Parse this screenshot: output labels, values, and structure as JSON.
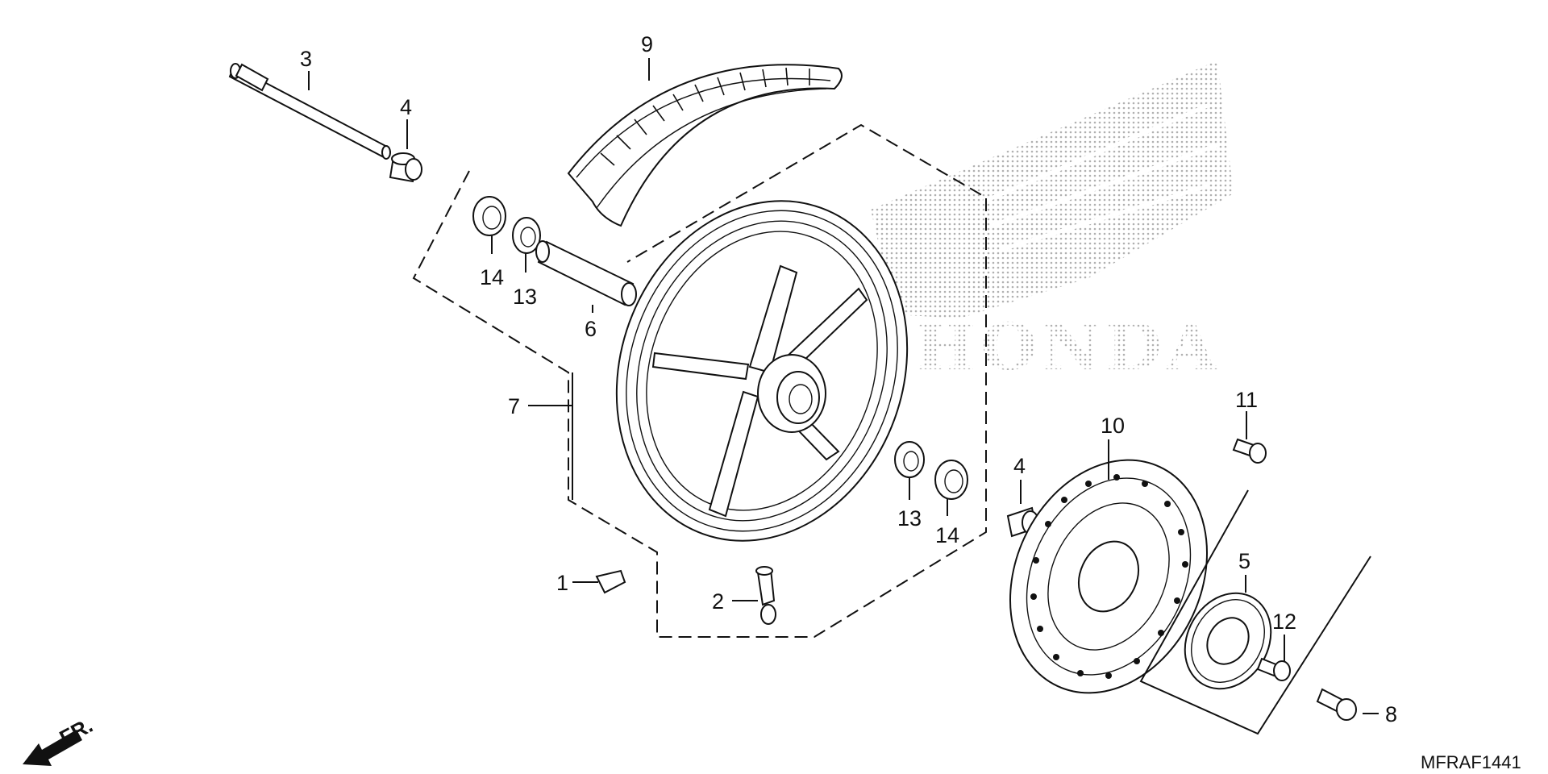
{
  "diagram": {
    "code": "MFRAF1441",
    "direction_label": "FR.",
    "watermark_text": "HONDA",
    "callouts": [
      "1",
      "2",
      "3",
      "4",
      "4",
      "5",
      "6",
      "7",
      "8",
      "9",
      "10",
      "11",
      "12",
      "13",
      "13",
      "14",
      "14"
    ]
  },
  "colors": {
    "ink": "#111111",
    "watermark": "#bdbdbd",
    "background": "#ffffff"
  }
}
